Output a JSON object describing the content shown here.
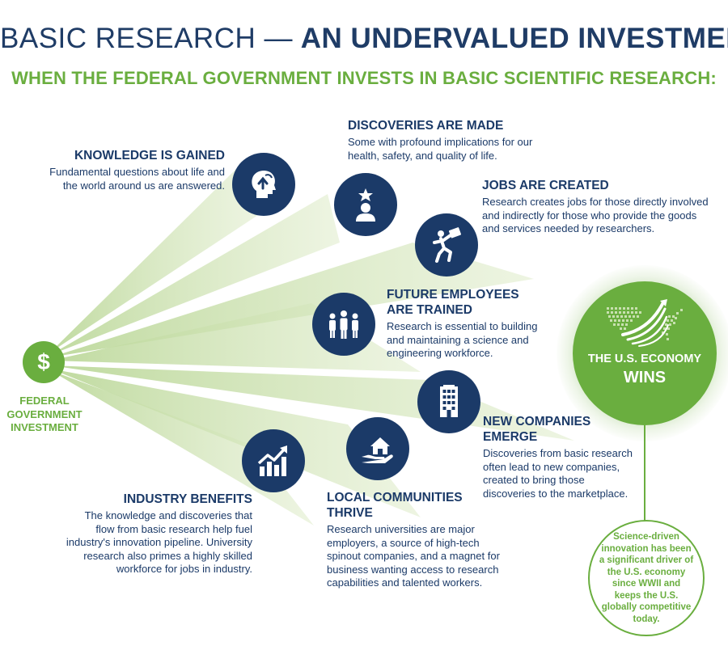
{
  "title_light": "BASIC RESEARCH —",
  "title_bold": "AN UNDERVALUED INVESTMENT",
  "subtitle": "WHEN THE FEDERAL GOVERNMENT INVESTS IN BASIC SCIENTIFIC RESEARCH:",
  "source": {
    "symbol": "$",
    "label": "FEDERAL GOVERNMENT INVESTMENT"
  },
  "nodes": {
    "knowledge": {
      "title": "KNOWLEDGE IS GAINED",
      "text": "Fundamental questions about life and the world around us are answered.",
      "icon": "head-upload-icon"
    },
    "discoveries": {
      "title": "DISCOVERIES ARE MADE",
      "text": "Some with profound implications for our health, safety, and quality of life.",
      "icon": "person-star-icon"
    },
    "jobs": {
      "title": "JOBS ARE CREATED",
      "text": "Research creates jobs for those directly involved and indirectly for those who provide the goods and services needed by researchers.",
      "icon": "person-briefcase-icon"
    },
    "employees": {
      "title": "FUTURE EMPLOYEES ARE TRAINED",
      "text": "Research is essential to building and maintaining a science and engineering workforce.",
      "icon": "people-group-icon"
    },
    "companies": {
      "title": "NEW COMPANIES EMERGE",
      "text": "Discoveries from basic research often lead to new companies, created to bring those discoveries to the marketplace.",
      "icon": "building-icon"
    },
    "communities": {
      "title": "LOCAL COMMUNITIES THRIVE",
      "text": "Research universities are major employers, a source of high-tech spinout companies, and a magnet for business wanting access to research capabilities and talented workers.",
      "icon": "hand-house-icon"
    },
    "industry": {
      "title": "INDUSTRY BENEFITS",
      "text": "The knowledge and discoveries that flow from basic research help fuel industry's innovation pipeline. University research also primes a highly skilled workforce for jobs in industry.",
      "icon": "growth-chart-icon"
    }
  },
  "outcome": {
    "line1": "THE U.S. ECONOMY",
    "line2": "WINS",
    "icon": "usa-map-icon"
  },
  "note": "Science-driven innovation has been a significant driver of the U.S. economy since WWII and keeps the U.S. globally competitive today.",
  "colors": {
    "navy": "#1b3a68",
    "green": "#6aae3f",
    "ray": "#dce9c6"
  }
}
